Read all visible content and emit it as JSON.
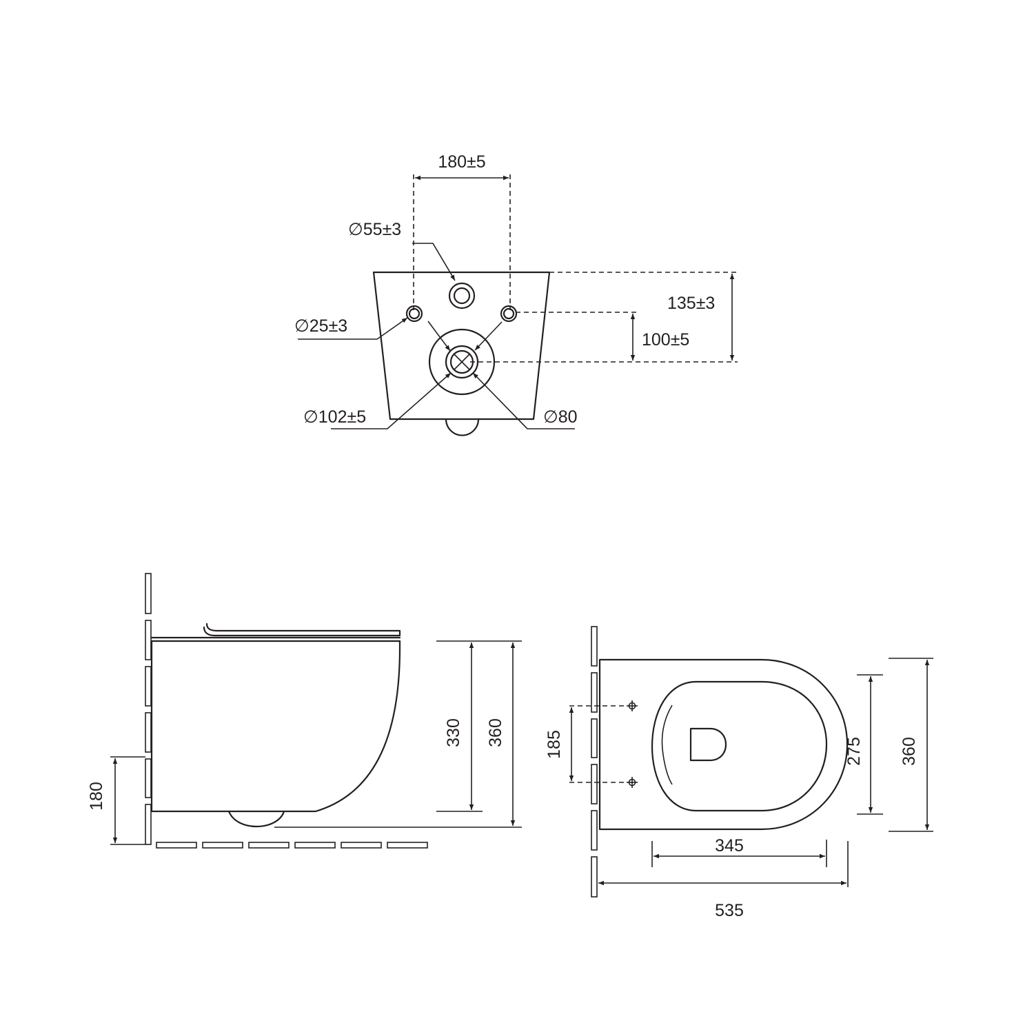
{
  "colors": {
    "line": "#231f20",
    "background": "#ffffff"
  },
  "rear_view": {
    "labels": {
      "spacing_inlets": "180±5",
      "dia_flush_inlet": "∅55±3",
      "dia_fixing_holes": "∅25±3",
      "dia_outlet_outer": "∅102±5",
      "dia_outlet_inner": "∅80",
      "height_inlet": "135±3",
      "height_fixings": "100±5"
    }
  },
  "side_view": {
    "labels": {
      "fixing_height": "180",
      "bowl_height": "330",
      "total_height": "360"
    }
  },
  "top_view": {
    "labels": {
      "fixing_spacing": "185",
      "seat_width": "275",
      "total_width": "360",
      "seat_depth": "345",
      "total_length": "535"
    }
  }
}
